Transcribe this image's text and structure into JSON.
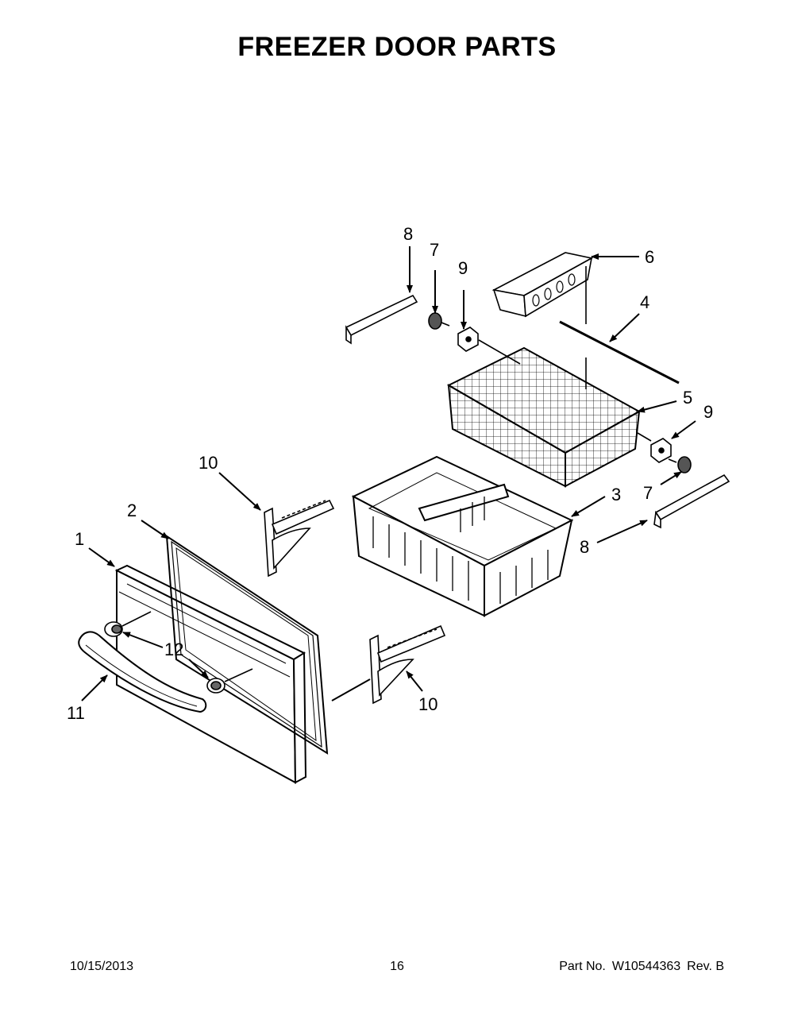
{
  "title": "FREEZER DOOR PARTS",
  "callouts": [
    {
      "id": "1",
      "text": "1"
    },
    {
      "id": "2",
      "text": "2"
    },
    {
      "id": "3",
      "text": "3"
    },
    {
      "id": "4",
      "text": "4"
    },
    {
      "id": "5",
      "text": "5"
    },
    {
      "id": "6",
      "text": "6"
    },
    {
      "id": "7a",
      "text": "7"
    },
    {
      "id": "7b",
      "text": "7"
    },
    {
      "id": "8a",
      "text": "8"
    },
    {
      "id": "8b",
      "text": "8"
    },
    {
      "id": "9a",
      "text": "9"
    },
    {
      "id": "9b",
      "text": "9"
    },
    {
      "id": "10a",
      "text": "10"
    },
    {
      "id": "10b",
      "text": "10"
    },
    {
      "id": "11",
      "text": "11"
    },
    {
      "id": "12",
      "text": "12"
    }
  ],
  "footer": {
    "date": "10/15/2013",
    "page": "16",
    "part_label": "Part No.",
    "part_number": "W10544363",
    "rev": "Rev. B"
  }
}
